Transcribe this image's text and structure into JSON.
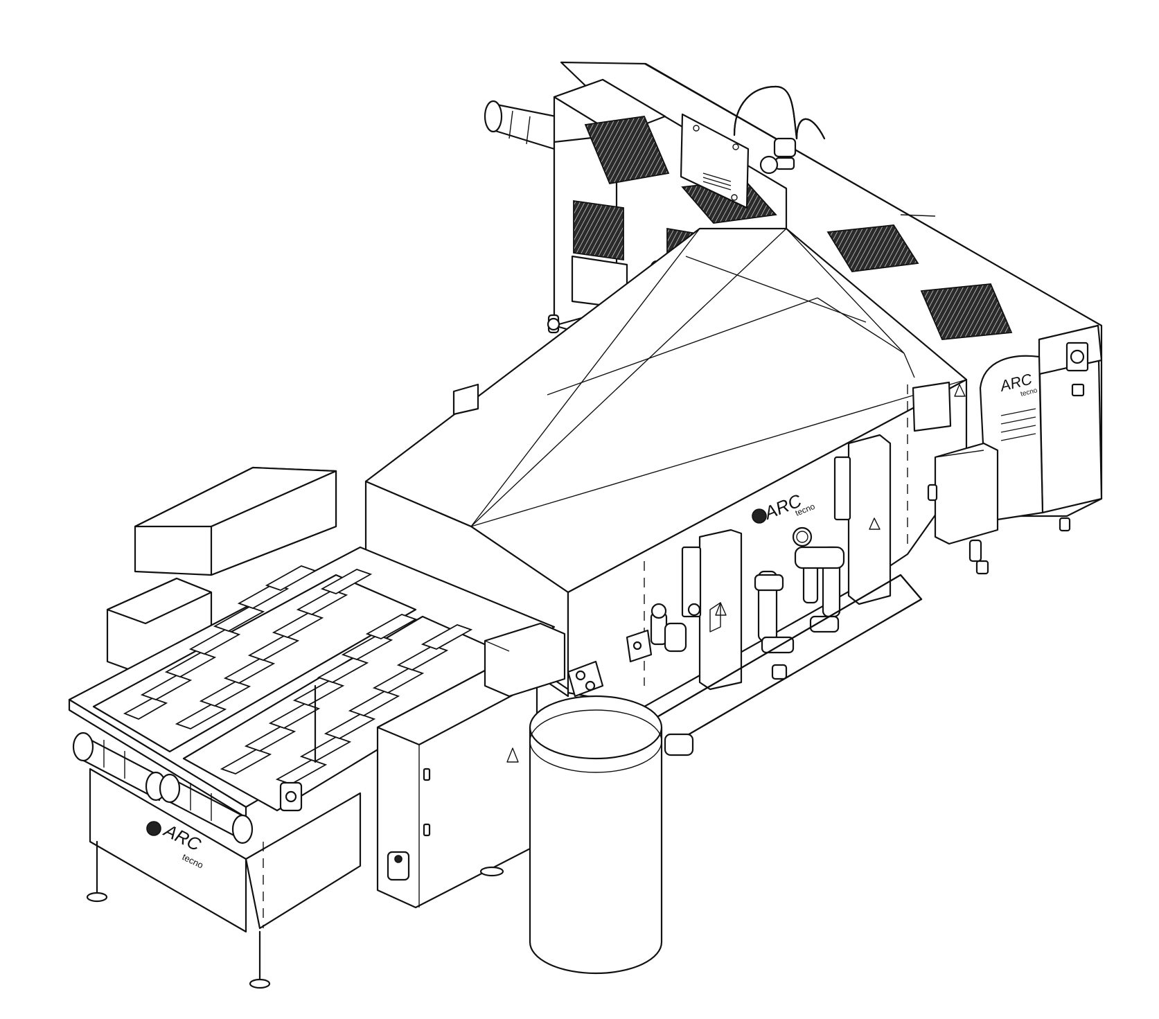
{
  "drawing": {
    "colors": {
      "line": "#111111",
      "paper": "#ffffff",
      "grille": "#222222"
    },
    "brand_marks": [
      {
        "name": "tunnel-brand",
        "main": "ARC",
        "sub": "tecno"
      },
      {
        "name": "conveyor-brand",
        "main": "ARC",
        "sub": "tecno"
      },
      {
        "name": "rear-module-brand",
        "main": "ARC",
        "sub": "tecno"
      }
    ],
    "icons": [
      "warning-triangle-icon",
      "brand-logo-icon",
      "control-switch-icon",
      "pressure-gauge-icon"
    ]
  }
}
